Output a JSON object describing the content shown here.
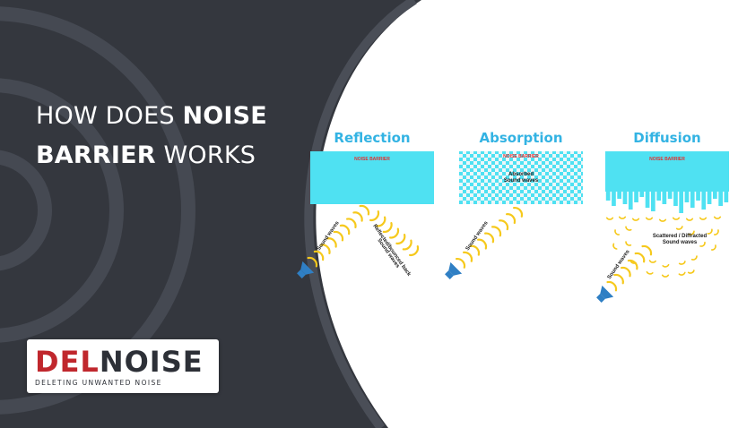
{
  "headline": {
    "line1_prefix": "HOW DOES ",
    "line1_bold": "NOISE",
    "line2_bold": "BARRIER",
    "line2_suffix": " WORKS"
  },
  "panels": [
    {
      "title": "Reflection",
      "barrier_label": "NOISE BARRIER",
      "wave_labels": [
        "Sound waves",
        "Reflected/bounced back",
        "Sound waves"
      ]
    },
    {
      "title": "Absorption",
      "barrier_label": "NOISE BARRIER",
      "absorbed_label": "Absorbed",
      "absorbed_label_2": "Sound waves",
      "wave_labels": [
        "Sound waves"
      ]
    },
    {
      "title": "Diffusion",
      "barrier_label": "NOISE BARRIER",
      "scatter_label": "Scattered / Diffracted",
      "scatter_label_2": "Sound waves",
      "wave_labels": [
        "Sound waves"
      ]
    }
  ],
  "logo": {
    "del": "DEL",
    "noise": "NOISE",
    "tagline": "DELETING UNWANTED NOISE"
  },
  "colors": {
    "dark_background": "#34373e",
    "ring": "#4a4e57",
    "title_blue": "#33b3e3",
    "barrier_cyan": "#4fe1f2",
    "wave_yellow": "#f6c91c",
    "speaker_blue": "#2f7fc4",
    "brand_red": "#c0272d"
  }
}
